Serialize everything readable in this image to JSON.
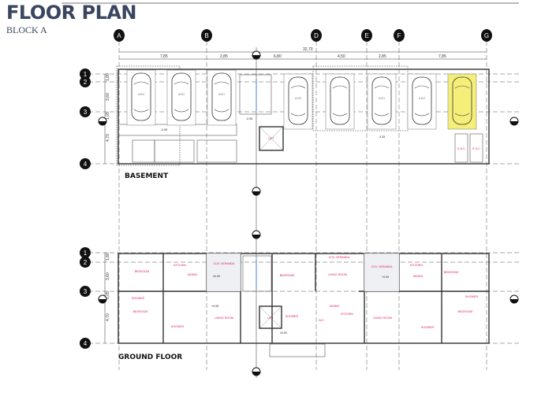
{
  "header": {
    "title": "FLOOR PLAN",
    "subtitle": "BLOCK A"
  },
  "grid": {
    "columns": [
      "A",
      "B",
      "D",
      "E",
      "F",
      "G"
    ],
    "rows": [
      "1",
      "2",
      "3",
      "4"
    ]
  },
  "dimensions": {
    "total": "32,70",
    "segments": [
      "7,85",
      "2,85",
      "6,80",
      "4,50",
      "2,85",
      "7,85"
    ],
    "vertical": [
      "1,80",
      "3,60",
      "1,05",
      "4,70"
    ]
  },
  "basement": {
    "label": "BASEMENT",
    "cars": [
      "A203",
      "A202",
      "A201",
      "A103",
      "",
      "A101",
      "A102",
      ""
    ],
    "highlight_color": "#f5ef7a",
    "lift": "LIFT",
    "eac": [
      "E.A.C",
      "E.A.C"
    ],
    "levels": [
      "-2.95",
      "-2.95",
      "-3.35"
    ]
  },
  "ground": {
    "label": "GROUND FLOOR",
    "rooms": {
      "bedroom": "BEDROOM",
      "kitchen": "KITCHEN",
      "dining": "DINING",
      "veranda": "COV. VERANDA",
      "shower": "SHOWER",
      "living": "LIVING ROOM",
      "lift": "LIFT",
      "wc": "W.C."
    },
    "levels": [
      "±0.00",
      "+0.05",
      "±0.00",
      "+0.05"
    ]
  },
  "colors": {
    "title": "#3a4560",
    "room_label": "#e0196a"
  }
}
